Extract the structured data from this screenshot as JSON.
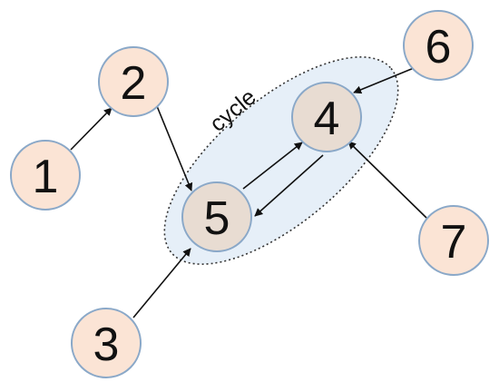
{
  "diagram": {
    "cycle_label": "cycle",
    "colors": {
      "node_fill": "#fbe4d5",
      "cycle_node_fill": "#e8dcd2",
      "node_stroke": "#8aa8c8",
      "cycle_fill": "#e6eff8",
      "cycle_stroke": "#333333",
      "edge": "#111111"
    },
    "nodes": [
      {
        "id": "n1",
        "label": "1",
        "in_cycle": false
      },
      {
        "id": "n2",
        "label": "2",
        "in_cycle": false
      },
      {
        "id": "n3",
        "label": "3",
        "in_cycle": false
      },
      {
        "id": "n4",
        "label": "4",
        "in_cycle": true
      },
      {
        "id": "n5",
        "label": "5",
        "in_cycle": true
      },
      {
        "id": "n6",
        "label": "6",
        "in_cycle": false
      },
      {
        "id": "n7",
        "label": "7",
        "in_cycle": false
      }
    ],
    "edges": [
      {
        "from": "1",
        "to": "2"
      },
      {
        "from": "2",
        "to": "5"
      },
      {
        "from": "3",
        "to": "5"
      },
      {
        "from": "5",
        "to": "4"
      },
      {
        "from": "4",
        "to": "5"
      },
      {
        "from": "6",
        "to": "4"
      },
      {
        "from": "7",
        "to": "4"
      }
    ]
  }
}
